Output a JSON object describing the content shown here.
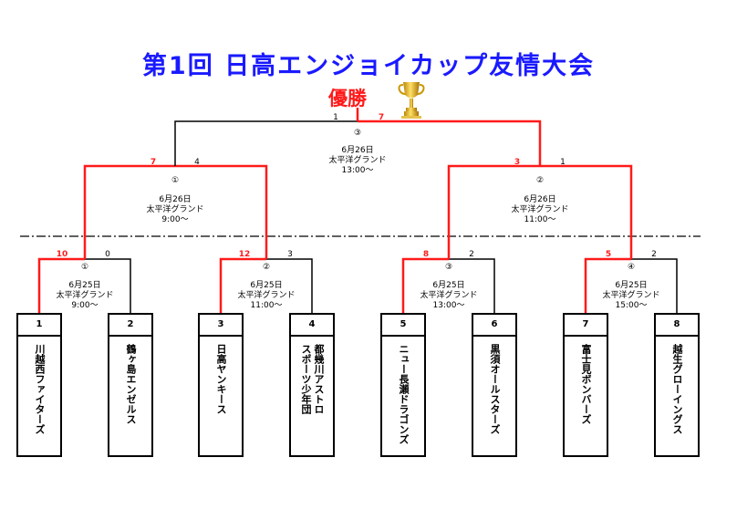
{
  "title": "第1回 日高エンジョイカップ友情大会",
  "winner_label": "優勝",
  "final": {
    "number": "③",
    "date": "6月26日",
    "venue": "太平洋グランド",
    "time": "13:00～",
    "score_left": "1",
    "score_right": "7"
  },
  "semifinals": [
    {
      "number": "①",
      "date": "6月26日",
      "venue": "太平洋グランド",
      "time": "9:00～",
      "score_left": "7",
      "score_right": "4"
    },
    {
      "number": "②",
      "date": "6月26日",
      "venue": "太平洋グランド",
      "time": "11:00～",
      "score_left": "3",
      "score_right": "1"
    }
  ],
  "first_round": [
    {
      "number": "①",
      "date": "6月25日",
      "venue": "太平洋グランド",
      "time": "9:00～",
      "score_left": "10",
      "score_right": "0"
    },
    {
      "number": "②",
      "date": "6月25日",
      "venue": "太平洋グランド",
      "time": "11:00～",
      "score_left": "12",
      "score_right": "3"
    },
    {
      "number": "③",
      "date": "6月25日",
      "venue": "太平洋グランド",
      "time": "13:00～",
      "score_left": "8",
      "score_right": "2"
    },
    {
      "number": "④",
      "date": "6月25日",
      "venue": "太平洋グランド",
      "time": "15:00～",
      "score_left": "5",
      "score_right": "2"
    }
  ],
  "teams": [
    {
      "no": "1",
      "name": "川越西ファイターズ"
    },
    {
      "no": "2",
      "name": "鶴ヶ島エンゼルス"
    },
    {
      "no": "3",
      "name": "日高ヤンキース"
    },
    {
      "no": "4",
      "name": "都幾川アストロ\nスポーツ少年団"
    },
    {
      "no": "5",
      "name": "ニュー長瀬ドラゴンズ"
    },
    {
      "no": "6",
      "name": "黒須オールスターズ"
    },
    {
      "no": "7",
      "name": "富士見ボンバーズ"
    },
    {
      "no": "8",
      "name": "越生グローイングス"
    }
  ],
  "colors": {
    "title": "#1a1aff",
    "winner": "#ff1a1a",
    "win_line": "#ff1a1a",
    "line": "#000000"
  }
}
